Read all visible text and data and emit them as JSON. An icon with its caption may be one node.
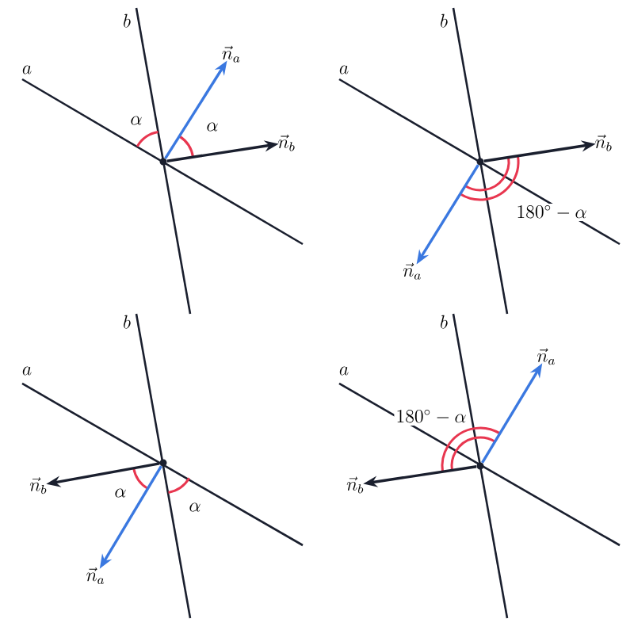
{
  "diagram": {
    "nodes": [
      {
        "text": [],
        "shape": "circle"
      },
      {
        "text": [
          "\\vec{n}_a"
        ]
      },
      {
        "text": [
          "\\vec{n}_b"
        ]
      },
      {
        "text": [],
        "shape": "circle"
      },
      {
        "text": [
          "\\vec{n}_b"
        ]
      },
      {
        "text": [
          "\\vec{n}_a"
        ]
      },
      {
        "text": [],
        "shape": "circle"
      },
      {
        "text": [
          "\\vec{n}_b"
        ]
      },
      {
        "text": [
          "\\vec{n}_a"
        ]
      },
      {
        "text": [],
        "shape": "circle"
      },
      {
        "text": [
          "\\vec{n}_a"
        ]
      },
      {
        "text": [
          "\\vec{n}_b"
        ]
      }
    ],
    "edges": [
      {
        "from": 0,
        "to": 1,
        "arrow": "to",
        "color": "#3a78e0"
      },
      {
        "from": 0,
        "to": 2,
        "arrow": "to",
        "color": "#1a1f2e"
      },
      {
        "from": 3,
        "to": 4,
        "arrow": "to",
        "color": "#1a1f2e"
      },
      {
        "from": 3,
        "to": 5,
        "arrow": "to",
        "color": "#3a78e0"
      },
      {
        "from": 6,
        "to": 7,
        "arrow": "to",
        "color": "#1a1f2e"
      },
      {
        "from": 6,
        "to": 8,
        "arrow": "to",
        "color": "#3a78e0"
      },
      {
        "from": 9,
        "to": 10,
        "arrow": "to",
        "color": "#3a78e0"
      },
      {
        "from": 9,
        "to": 11,
        "arrow": "to",
        "color": "#1a1f2e"
      }
    ],
    "labels": [
      "b",
      "a",
      "\\alpha",
      "\\alpha",
      "b",
      "a",
      "180^\\circ - \\alpha",
      "b",
      "a",
      "\\alpha",
      "\\alpha",
      "b",
      "a",
      "180^\\circ - \\alpha"
    ]
  }
}
